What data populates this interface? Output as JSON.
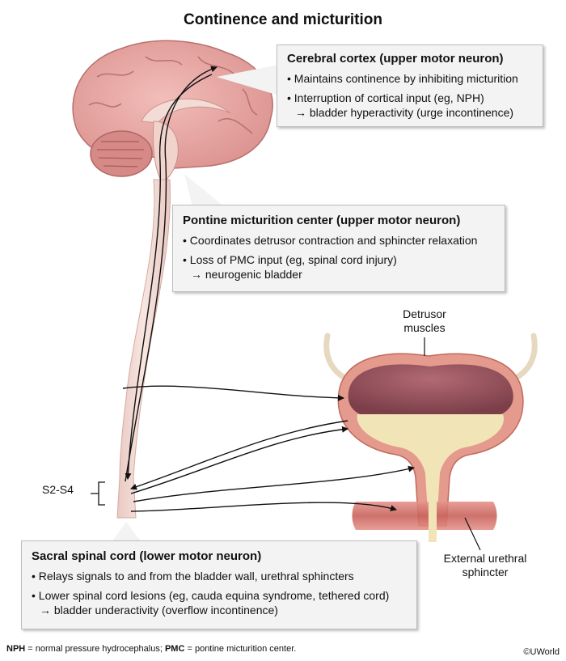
{
  "title": "Continence and micturition",
  "cortex": {
    "heading": "Cerebral cortex (upper motor neuron)",
    "bullet1": "Maintains continence by inhibiting micturition",
    "bullet2_line1": "Interruption of cortical input (eg, NPH)",
    "bullet2_line2": "→ bladder hyperactivity (urge incontinence)"
  },
  "pmc": {
    "heading": "Pontine micturition center (upper motor neuron)",
    "bullet1": "Coordinates detrusor contraction and sphincter relaxation",
    "bullet2_line1": "Loss of PMC input (eg, spinal cord injury)",
    "bullet2_line2": "→ neurogenic bladder"
  },
  "sacral": {
    "heading": "Sacral spinal cord (lower motor neuron)",
    "bullet1": "Relays signals to and from the bladder wall, urethral sphincters",
    "bullet2_line1": "Lower spinal cord lesions (eg, cauda equina syndrome, tethered cord)",
    "bullet2_line2": "→ bladder underactivity (overflow incontinence)"
  },
  "labels": {
    "detrusor_line1": "Detrusor",
    "detrusor_line2": "muscles",
    "sphincter_line1": "External urethral",
    "sphincter_line2": "sphincter",
    "s2s4": "S2-S4"
  },
  "footnote": {
    "nph_abbr": "NPH",
    "nph_def": " = normal pressure hydrocephalus; ",
    "pmc_abbr": "PMC",
    "pmc_def": " = pontine micturition center."
  },
  "copyright": "©UWorld",
  "colors": {
    "brain_pink": "#e8a7a4",
    "brain_dark": "#c77b79",
    "cord": "#f2d9d3",
    "bladder_wall": "#e49a8c",
    "bladder_inner": "#9c5560",
    "urine": "#f1e5b8",
    "sphincter": "#d8726a",
    "callout_bg": "#f3f3f3"
  }
}
